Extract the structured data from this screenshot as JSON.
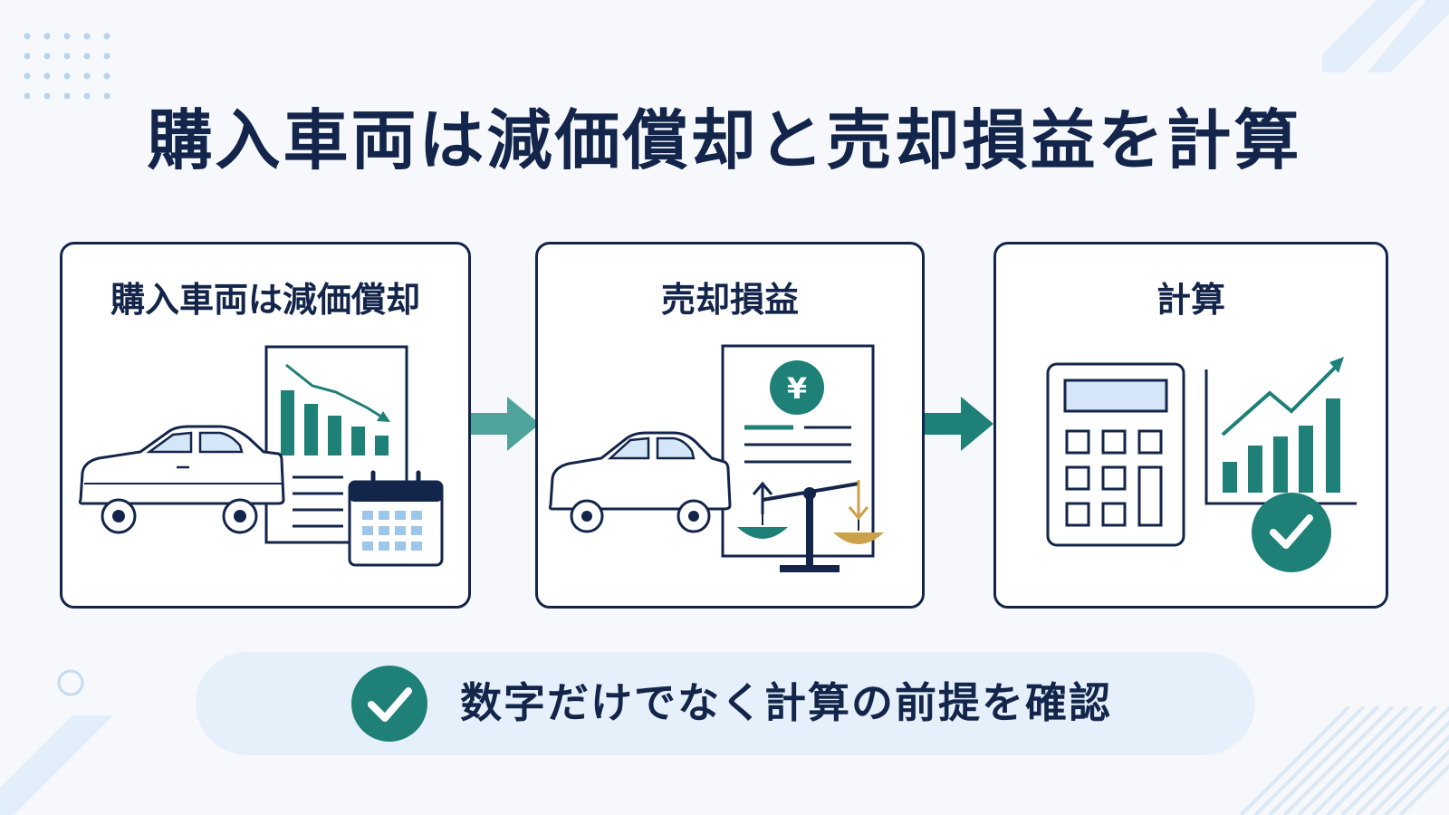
{
  "title": "購入車両は減価償却と売却損益を計算",
  "steps": [
    {
      "label": "購入車両は減価償却",
      "icon": "car-depreciation-chart-calendar-icon"
    },
    {
      "label": "売却損益",
      "icon": "car-yen-document-scale-icon"
    },
    {
      "label": "計算",
      "icon": "calculator-rising-chart-check-icon"
    }
  ],
  "banner": {
    "text": "数字だけでなく計算の前提を確認",
    "icon": "check-circle-icon"
  },
  "colors": {
    "navy": "#13254a",
    "teal": "#1e8077",
    "gold": "#c9a24a",
    "light_blue": "#9cc6ea",
    "banner_bg": "#e6f0fa"
  }
}
